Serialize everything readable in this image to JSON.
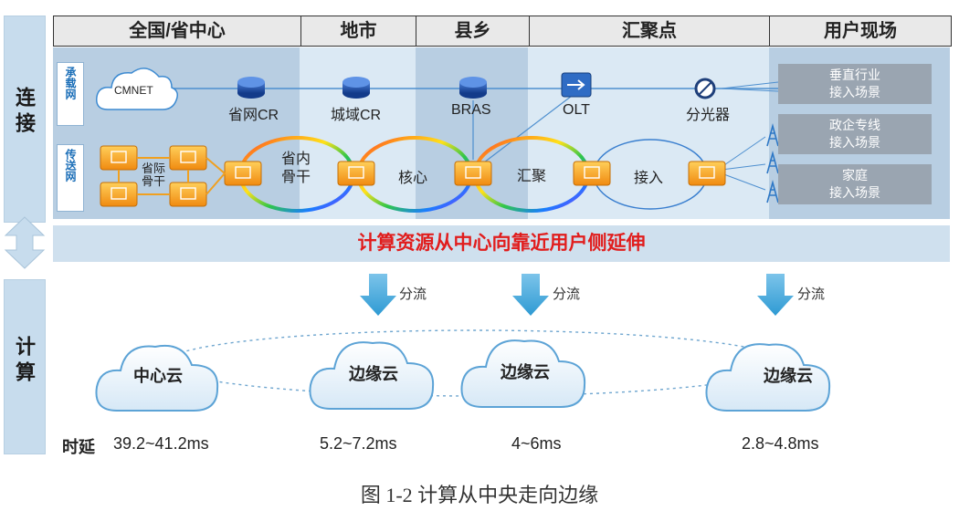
{
  "side": {
    "connect": "连接",
    "compute": "计算"
  },
  "columns": [
    "全国/省中心",
    "地市",
    "县乡",
    "汇聚点",
    "用户现场"
  ],
  "network_labels": {
    "bearer": "承载网",
    "transport": "传送网"
  },
  "nodes": {
    "cmnet": "CMNET",
    "prov_cr": "省网CR",
    "city_cr": "城域CR",
    "bras": "BRAS",
    "olt": "OLT",
    "splitter": "分光器",
    "backbone_trunk": "省际骨干",
    "prov_backbone": "省内骨干",
    "core": "核心",
    "aggregation": "汇聚",
    "access": "接入"
  },
  "scenes": [
    {
      "line1": "垂直行业",
      "line2": "接入场景"
    },
    {
      "line1": "政企专线",
      "line2": "接入场景"
    },
    {
      "line1": "家庭",
      "line2": "接入场景"
    }
  ],
  "banner": "计算资源从中心向靠近用户侧延伸",
  "offload_label": "分流",
  "clouds": [
    "中心云",
    "边缘云",
    "边缘云",
    "边缘云"
  ],
  "latency_label": "时延",
  "latencies": [
    "39.2~41.2ms",
    "5.2~7.2ms",
    "4~6ms",
    "2.8~4.8ms"
  ],
  "caption": "图 1-2  计算从中央走向边缘",
  "colors": {
    "accent_red": "#e11d1d",
    "arrow_blue": "#2e9ad3",
    "panel_blue": "#dbe9f4",
    "device_orange": "#f4a422"
  }
}
